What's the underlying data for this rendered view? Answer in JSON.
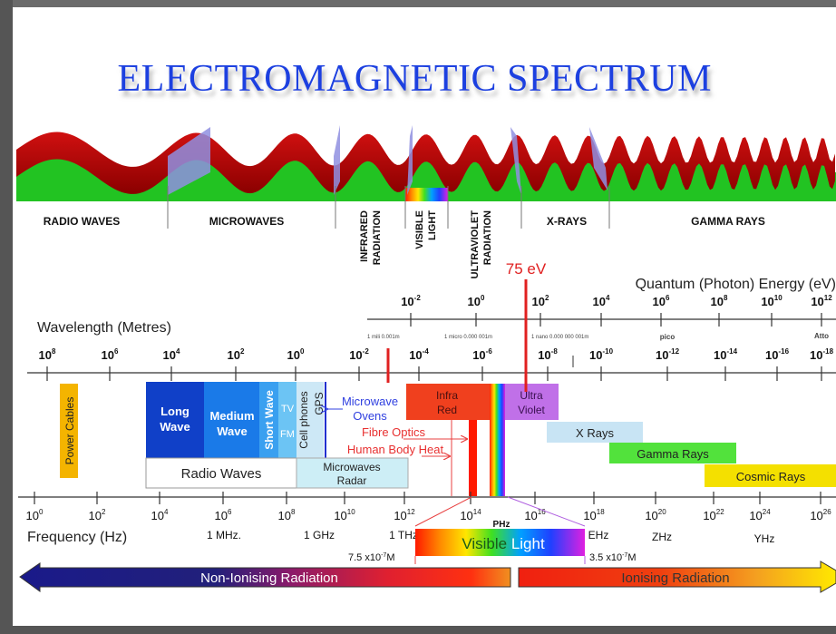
{
  "title": "ELECTROMAGNETIC SPECTRUM",
  "wave_categories": [
    {
      "label": "RADIO WAVES"
    },
    {
      "label": "MICROWAVES"
    },
    {
      "label": "INFRARED",
      "label2": "RADIATION"
    },
    {
      "label": "VISIBLE",
      "label2": "LIGHT"
    },
    {
      "label": "ULTRAVIOLET",
      "label2": "RADIATION"
    },
    {
      "label": "X-RAYS"
    },
    {
      "label": "GAMMA RAYS"
    }
  ],
  "energy_axis": {
    "marker": "75 eV",
    "title": "Quantum (Photon) Energy (eV)",
    "ticks": [
      "-2",
      "0",
      "2",
      "4",
      "6",
      "8",
      "10",
      "12"
    ]
  },
  "wavelength_axis": {
    "title": "Wavelength (Metres)",
    "ticks": [
      "8",
      "6",
      "4",
      "2",
      "0",
      "-2",
      "-4",
      "-6",
      "-8",
      "-10",
      "-12",
      "-14",
      "-16",
      "-18"
    ],
    "notes": {
      "mili": "1 mili  0.001m",
      "micro": "1 micro  0.000 001m",
      "nano": "1 nano  0.000 000 001m",
      "pico": "pico",
      "atto": "Atto"
    }
  },
  "bands": {
    "power_cables": "Power Cables",
    "long_wave": [
      "Long",
      "Wave"
    ],
    "medium_wave": [
      "Medium",
      "Wave"
    ],
    "short_wave": "Short Wave",
    "tv": "TV",
    "fm": "FM",
    "cell_phones": "Cell phones",
    "gps": "GPS",
    "radio_waves": "Radio Waves",
    "microwaves_radar": [
      "Microwaves",
      "Radar"
    ],
    "microwave_ovens": [
      "Microwave",
      "Ovens"
    ],
    "infra_red": [
      "Infra",
      "Red"
    ],
    "ultra_violet": [
      "Ultra",
      "Violet"
    ],
    "fibre_optics": "Fibre Optics",
    "human_body_heat": "Human Body Heat",
    "x_rays": "X Rays",
    "gamma_rays": "Gamma Rays",
    "cosmic_rays": "Cosmic Rays"
  },
  "frequency_axis": {
    "title": "Frequency (Hz)",
    "ticks": [
      "0",
      "2",
      "4",
      "6",
      "8",
      "10",
      "12",
      "14",
      "16",
      "18",
      "20",
      "22",
      "24",
      "26"
    ],
    "units": {
      "mhz": "1 MHz.",
      "ghz": "1 GHz",
      "thz": "1 THz",
      "phz": "PHz",
      "ehz": "EHz",
      "zhz": "ZHz",
      "yhz": "YHz"
    }
  },
  "visible_light": {
    "label_a": "Visible ",
    "label_b": "Light",
    "red_limit": "7.5 x10",
    "red_limit_exp": "-7",
    "red_limit_unit": "M",
    "violet_limit": "3.5 x10",
    "violet_limit_exp": "-7",
    "violet_limit_unit": "M"
  },
  "radiation": {
    "non_ionising": "Non-Ionising Radiation",
    "ionising": "Ionising Radiation"
  },
  "colors": {
    "title": "#1a3fe0",
    "wave_red": "#b30000",
    "wave_green": "#22c322",
    "long_wave": "#1040c8",
    "medium_wave": "#1a7ae8",
    "infra_red": "#f0401e",
    "ultra_violet": "#c070e8",
    "x_rays": "#c8e4f4",
    "gamma_rays": "#52e23c",
    "cosmic_rays": "#f4e000",
    "power_cables": "#f4b400"
  }
}
